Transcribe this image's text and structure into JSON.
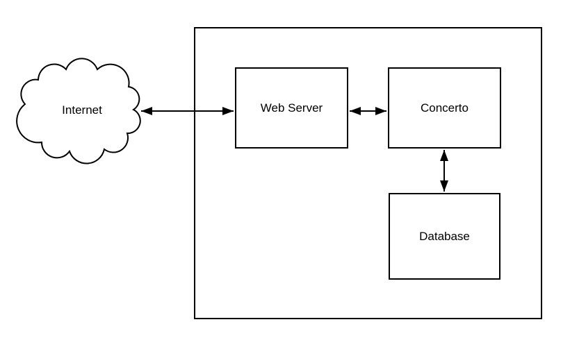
{
  "diagram": {
    "colors": {
      "background": "#ffffff",
      "stroke": "#000000",
      "text": "#000000",
      "shape_fill": "#ffffff"
    },
    "nodes": {
      "internet": {
        "label": "Internet",
        "shape": "cloud"
      },
      "web_server": {
        "label": "Web Server",
        "shape": "rectangle"
      },
      "concerto": {
        "label": "Concerto",
        "shape": "rectangle"
      },
      "database": {
        "label": "Database",
        "shape": "rectangle"
      }
    },
    "boundary": {
      "shape": "rectangle"
    },
    "connections": [
      {
        "from": "Internet",
        "to": "Web Server",
        "style": "double-headed-arrow",
        "orientation": "horizontal"
      },
      {
        "from": "Web Server",
        "to": "Concerto",
        "style": "double-headed-arrow",
        "orientation": "horizontal"
      },
      {
        "from": "Concerto",
        "to": "Database",
        "style": "double-headed-arrow",
        "orientation": "vertical"
      }
    ]
  }
}
